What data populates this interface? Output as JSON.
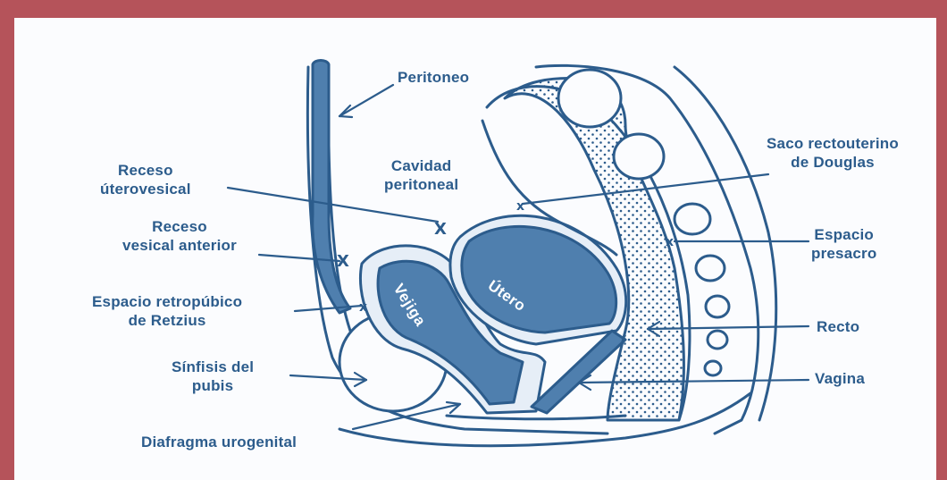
{
  "colors": {
    "frame": "#b5535a",
    "ink": "#2c5c8c",
    "organ_fill": "#4f7fae",
    "light_fill": "#e6eef7"
  },
  "labels": {
    "peritoneo": "Peritoneo",
    "receso_uterovesical": "Receso\núterovesical",
    "cavidad_peritoneal": "Cavidad\nperitoneal",
    "saco_rectouterino": "Saco rectouterino\nde Douglas",
    "receso_vesical_anterior": "Receso\nvesical anterior",
    "espacio_presacro": "Espacio\npresacro",
    "espacio_retropubico": "Espacio retropúbico\nde Retzius",
    "recto": "Recto",
    "sinfisis_pubis": "Sínfisis del\npubis",
    "vagina": "Vagina",
    "diafragma_urogenital": "Diafragma urogenital",
    "vejiga": "Vejiga",
    "utero": "Útero"
  },
  "markers": {
    "x": "X",
    "small_x": "x"
  }
}
